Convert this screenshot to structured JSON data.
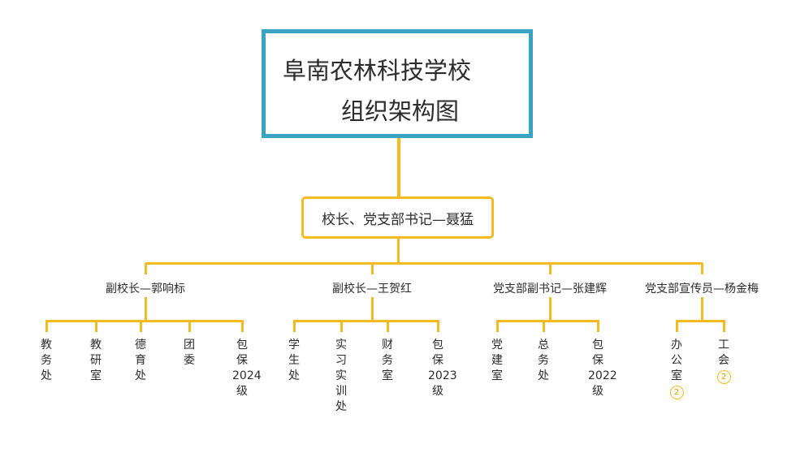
{
  "title": {
    "line1": "阜南农林科技学校",
    "line2": "组织架构图"
  },
  "principal": "校长、党支部书记—聂猛",
  "branches": [
    {
      "label": "副校长—郭响标",
      "departments": [
        {
          "chars": [
            "教",
            "务",
            "处"
          ],
          "badge": ""
        },
        {
          "chars": [
            "教",
            "研",
            "室"
          ],
          "badge": ""
        },
        {
          "chars": [
            "德",
            "育",
            "处"
          ],
          "badge": ""
        },
        {
          "chars": [
            "团",
            "委"
          ],
          "badge": ""
        },
        {
          "chars": [
            "包",
            "保",
            "2024",
            "级"
          ],
          "badge": ""
        }
      ]
    },
    {
      "label": "副校长—王贺红",
      "departments": [
        {
          "chars": [
            "学",
            "生",
            "处"
          ],
          "badge": ""
        },
        {
          "chars": [
            "实",
            "习",
            "实",
            "训",
            "处"
          ],
          "badge": ""
        },
        {
          "chars": [
            "财",
            "务",
            "室"
          ],
          "badge": ""
        },
        {
          "chars": [
            "包",
            "保",
            "2023",
            "级"
          ],
          "badge": ""
        }
      ]
    },
    {
      "label": "党支部副书记—张建辉",
      "departments": [
        {
          "chars": [
            "党",
            "建",
            "室"
          ],
          "badge": ""
        },
        {
          "chars": [
            "总",
            "务",
            "处"
          ],
          "badge": ""
        },
        {
          "chars": [
            "包",
            "保",
            "2022",
            "级"
          ],
          "badge": ""
        }
      ]
    },
    {
      "label": "党支部宣传员—杨金梅",
      "departments": [
        {
          "chars": [
            "办",
            "公",
            "室"
          ],
          "badge": "2"
        },
        {
          "chars": [
            "工",
            "会"
          ],
          "badge": "2"
        }
      ]
    }
  ],
  "colors": {
    "title_border": "#3aa3c4",
    "connector": "#f5b921"
  }
}
